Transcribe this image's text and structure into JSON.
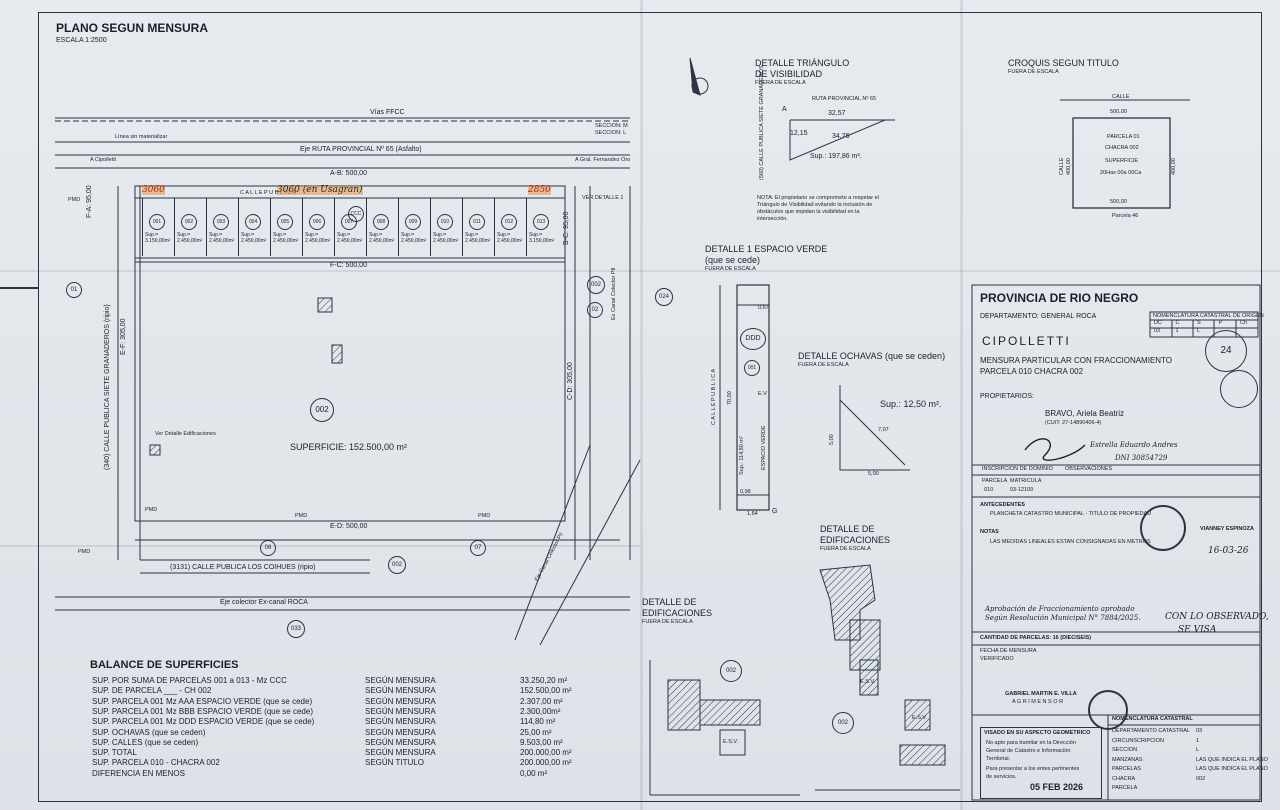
{
  "plan": {
    "title": "PLANO SEGUN MENSURA",
    "scale": "ESCALA 1:2500",
    "vias": "Vías FFCC",
    "linea_materializar": "Línea sin materializar",
    "seccion_m": "SECCION: M",
    "seccion_l": "SECCION: L",
    "eje_ruta": "Eje RUTA PROVINCIAL Nº 65 (Asfalto)",
    "a_cipolletti": "A Cipolletti",
    "a_gral": "A Gral. Fernandez Oro",
    "ab": "A-B: 500,00",
    "calle_publica": "C A L L E   P U B L I C A",
    "ver_detalle": "VER DETALLE 1",
    "fa": "F-A: 95,00",
    "bc": "B-C: 95,00",
    "fc": "F-C: 500,00",
    "ef": "E-F: 305,00",
    "cd": "C-D: 305,00",
    "ed": "E-D: 500,00",
    "left_calle": "(340) CALLE PUBLICA SIETE GRANADEROS (ripio)",
    "right_canal": "Ex Canal Colector PII",
    "superficie": "SUPERFICIE: 152.500,00 m²",
    "ver_edif": "Ver Detalle Edificaciones",
    "lower_calle": "(3131) CALLE PUBLICA LOS COIHUES (ripio)",
    "eje_colector": "Eje colector Ex-canal ROCA",
    "eje_canal": "Eje Canal Colector PII",
    "pmd": "PMD",
    "hand1": "3060",
    "hand2": "3060 (en Usagran)",
    "hand3": "2850",
    "parcel_002": "002",
    "parcel_08": "08",
    "parcel_07": "07",
    "parcel_033": "033",
    "parcel_02": "02",
    "parcel_024": "024",
    "parcel_01": "01",
    "ccc": "CCC",
    "lots": [
      {
        "n": "001",
        "s": "Sup.= 3.150,00m²"
      },
      {
        "n": "002",
        "s": "Sup.= 2.450,00m²"
      },
      {
        "n": "003",
        "s": "Sup.= 2.450,00m²"
      },
      {
        "n": "004",
        "s": "Sup.= 2.450,00m²"
      },
      {
        "n": "005",
        "s": "Sup.= 2.450,00m²"
      },
      {
        "n": "006",
        "s": "Sup.= 2.450,00m²"
      },
      {
        "n": "007",
        "s": "Sup.= 2.450,00m²"
      },
      {
        "n": "008",
        "s": "Sup.= 2.450,00m²"
      },
      {
        "n": "009",
        "s": "Sup.= 2.450,00m²"
      },
      {
        "n": "010",
        "s": "Sup.= 2.450,00m²"
      },
      {
        "n": "011",
        "s": "Sup.= 2.450,00m²"
      },
      {
        "n": "012",
        "s": "Sup.= 2.450,00m²"
      },
      {
        "n": "013",
        "s": "Sup.= 3.150,00m²"
      }
    ]
  },
  "balance": {
    "title": "BALANCE DE SUPERFICIES",
    "rows": [
      {
        "l": "SUP. POR SUMA DE PARCELAS  001 a 013 - Mz CCC",
        "m": "SEGÚN MENSURA",
        "v": "33.250,20 m²"
      },
      {
        "l": "SUP.  DE PARCELA                         ___ - CH  002",
        "m": "SEGÚN MENSURA",
        "v": "152.500,00 m²"
      },
      {
        "l": "SUP. PARCELA 001 Mz AAA   ESPACIO VERDE   (que se cede)",
        "m": "SEGÚN MENSURA",
        "v": "2.307,00 m²"
      },
      {
        "l": "SUP. PARCELA 001 Mz BBB   ESPACIO VERDE   (que se cede)",
        "m": "SEGÚN MENSURA",
        "v": "2.300,00m²"
      },
      {
        "l": "SUP. PARCELA 001 Mz DDD   ESPACIO VERDE   (que se cede)",
        "m": "SEGÚN MENSURA",
        "v": "114,80 m²"
      },
      {
        "l": "SUP. OCHAVAS (que se ceden)",
        "m": "SEGÚN MENSURA",
        "v": "25,00 m²"
      },
      {
        "l": "SUP. CALLES (que se ceden)",
        "m": "SEGÚN MENSURA",
        "v": "9.503,00 m²"
      },
      {
        "l": "SUP. TOTAL",
        "m": "SEGÚN MENSURA",
        "v": "200.000,00 m²"
      },
      {
        "l": "SUP. PARCELA 010 - CHACRA 002",
        "m": "SEGÚN TITULO",
        "v": "200.000,00 m²"
      },
      {
        "l": "DIFERENCIA EN  MENOS",
        "m": "",
        "v": "0,00 m²"
      }
    ]
  },
  "triangulo": {
    "title": "DETALLE TRIÁNGULO",
    "title2": "DE VISIBILIDAD",
    "sub": "FUERA DE ESCALA",
    "ruta": "RUTA PROVINCIAL Nº 65",
    "a": "A",
    "v1": "32,57",
    "v2": "12,15",
    "v3": "34,76",
    "sup": "Sup.: 197,86 m².",
    "calle": "(560) CALLE PUBLICA SIETE GRANADEROS",
    "nota": "NOTA: El propietario se compromete a respetar el Triángulo de Visibilidad evitando la inclusión de obstáculos que impidan la visibilidad en la intersección."
  },
  "croquis": {
    "title": "CROQUIS SEGUN TITULO",
    "sub": "FUERA DE ESCALA",
    "calle": "CALLE",
    "top": "500,00",
    "bottom": "500,00",
    "left": "400,00",
    "right": "400,00",
    "parcela": "PARCELA 01",
    "chacra": "CHACRA 002",
    "superficie": "SUPERFICIE",
    "sup_val": "20Has 00a 00Ca",
    "left_lbl": "CALLE",
    "bottom_lbl": "Parcela 46"
  },
  "verde": {
    "title": "DETALLE 1 ESPACIO VERDE",
    "title2": "(que se cede)",
    "sub": "FUERA DE ESCALA",
    "ddd": "DDD",
    "n001": "001",
    "calle": "C A L L E  P U B L I C A",
    "v70": "70,00",
    "sup": "Sup.: 114,80 m²",
    "esp": "ESPACIO VERDE",
    "ev": "E.V",
    "v067": "0,67",
    "v098": "0,98",
    "v164": "1,64",
    "g": "G"
  },
  "ochavas": {
    "title": "DETALLE OCHAVAS (que se ceden)",
    "sub": "FUERA DE ESCALA",
    "sup": "Sup.: 12,50 m².",
    "v5a": "5,00",
    "v5b": "5,00",
    "v707": "7,07"
  },
  "edif1": {
    "title": "DETALLE DE",
    "title2": "EDIFICACIONES",
    "sub": "FUERA DE ESCALA",
    "n002": "002",
    "esv": "E.S.V."
  },
  "edif2": {
    "title": "DETALLE DE",
    "title2": "EDIFICACIONES",
    "sub": "FUERA DE ESCALA",
    "n002": "002",
    "esv": "E.S.V.",
    "esv2": "E.S.V."
  },
  "caratula": {
    "provincia": "PROVINCIA DE RIO NEGRO",
    "nomen_hdr": "NOMENCLATURA CATASTRAL DE ORIGEN",
    "departamento": "DEPARTAMENTO: GENERAL ROCA",
    "ciudad": "CIPOLLETTI",
    "mensura": "MENSURA PARTICULAR CON FRACCIONAMIENTO",
    "parcela": "PARCELA 010 CHACRA 002",
    "propietarios": "PROPIETARIOS:",
    "bravo": "BRAVO, Ariela Beatriz",
    "cuit": "(CUIT: 27-14890406-4)",
    "hand_sign": "Estrella Eduardo Andres",
    "hand_dni": "DNI 30854729",
    "inscripcion": "INSCRIPCION DE DOMINIO",
    "observaciones": "OBSERVACIONES",
    "parcela_lbl": "PARCELA",
    "matricula": "MATRICULA",
    "parcela_v": "010",
    "matricula_v": "03-12109",
    "antecedentes": "ANTECEDENTES",
    "ant_text": "PLANCHETA CATASTRO MUNICIPAL - TITULO DE PROPIEDAD",
    "notas": "NOTAS",
    "notas_text": "LAS MEDIDAS LINEALES ESTAN CONSIGNADAS EN METROS",
    "stamp1": "VIANNEY ESPINOZA",
    "date_hand": "16-03-26",
    "hand_note": "Aprobación de Fraccionamiento aprobado Según Resolución Municipal N° 7884/2025.",
    "observado": "CON LO OBSERVADO,",
    "se_visa": "SE VISA",
    "cant_parcelas": "CANTIDAD DE PARCELAS: 16 (DIECISEIS)",
    "fecha_mensura": "FECHA DE MENSURA",
    "verificado": "VERIFICADO",
    "profesional": "GABRIEL MARTIN E. VILLA",
    "agrimensor": "A G R I M E N S O R",
    "visado1": "VISADO EN SU ASPECTO GEOMETRICO",
    "visado2": "No apto para tramitar en la Dirección",
    "visado3": "General de Catastro e Información",
    "visado4": "Territorial.",
    "visado5": "Para presentar a los entes pertinentes",
    "visado6": "de servicios.",
    "fecha_sello": "05 FEB 2026",
    "nomen_title": "NOMENCLATURA CATASTRAL",
    "nc_rows": [
      {
        "l": "DEPARTAMENTO CATASTRAL",
        "v": "03"
      },
      {
        "l": "CIRCUNSCRIPCION",
        "v": "1"
      },
      {
        "l": "SECCION",
        "v": "L"
      },
      {
        "l": "MANZANAS",
        "v": "LAS QUE INDICA EL PLANO"
      },
      {
        "l": "PARCELAS",
        "v": "LAS QUE INDICA EL PLANO"
      },
      {
        "l": "CHACRA",
        "v": "002"
      },
      {
        "l": "PARCELA",
        "v": ""
      }
    ],
    "dc_cells": [
      "DC",
      "C",
      "S",
      "P",
      "Ch"
    ],
    "dc_vals": [
      "03",
      "1",
      "L",
      "",
      ""
    ],
    "stamp_small": "24"
  }
}
